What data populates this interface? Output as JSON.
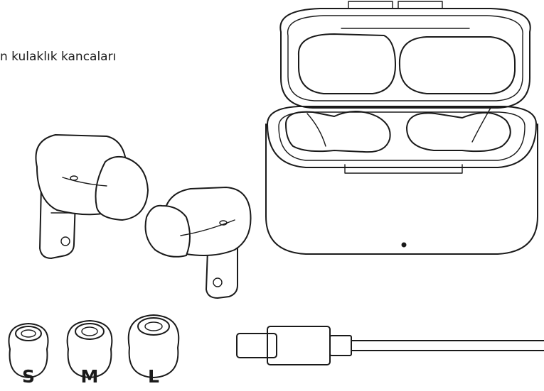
{
  "caption": "n kulaklık kancaları",
  "ear_tips": [
    {
      "size": "S"
    },
    {
      "size": "M"
    },
    {
      "size": "L"
    }
  ]
}
